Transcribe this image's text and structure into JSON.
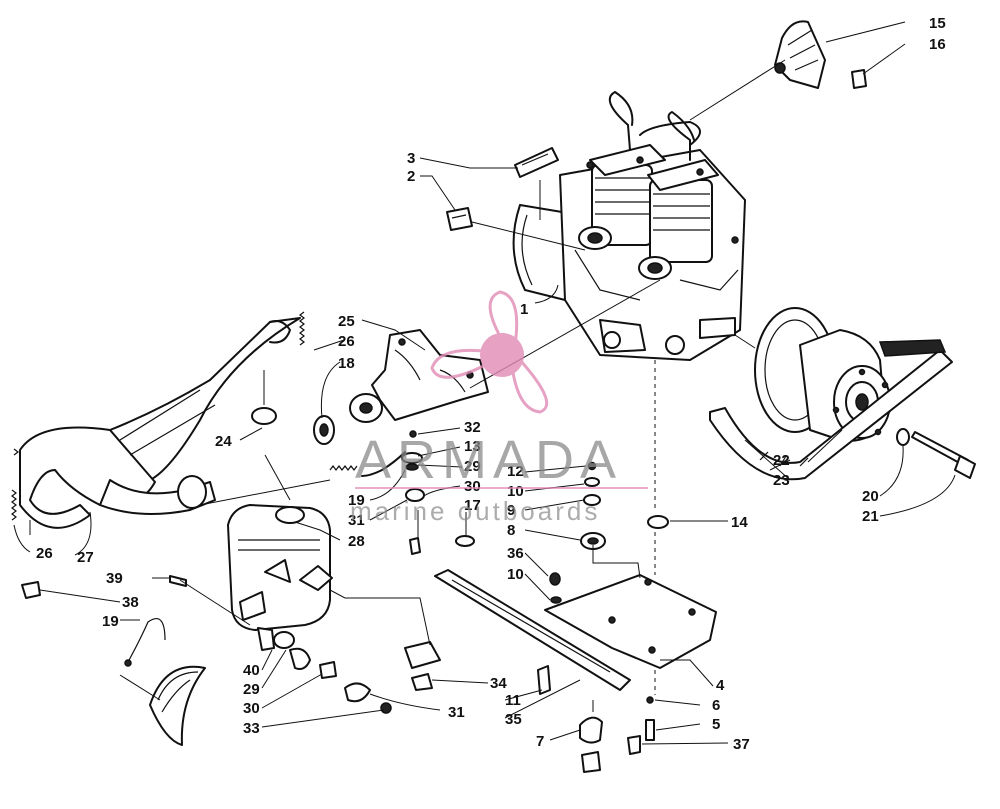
{
  "watermark": {
    "brand": "ARMADA",
    "tagline": "marine outboards",
    "brand_color": "#e08ab5",
    "text_color": "#8a8a8a"
  },
  "callouts": [
    "1",
    "2",
    "3",
    "4",
    "5",
    "6",
    "7",
    "8",
    "9",
    "10",
    "10",
    "11",
    "12",
    "13",
    "14",
    "15",
    "16",
    "17",
    "18",
    "19",
    "19",
    "20",
    "21",
    "22",
    "23",
    "24",
    "25",
    "26",
    "26",
    "27",
    "28",
    "29",
    "29",
    "30",
    "30",
    "31",
    "31",
    "32",
    "33",
    "34",
    "35",
    "36",
    "37",
    "38",
    "39",
    "40"
  ]
}
